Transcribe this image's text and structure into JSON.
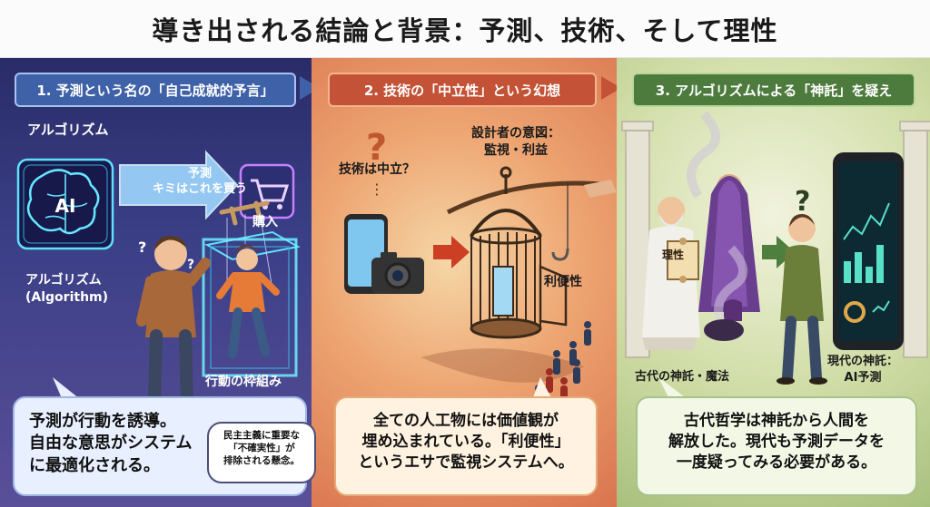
{
  "title": "導き出される結論と背景：予測、技術、そして理性",
  "sections": [
    {
      "header": "1. 予測という名の「自己成就的予言」",
      "labels": {
        "algorithm_top": "アルゴリズム",
        "ai": "AI",
        "prediction": "予測\nキミはこれを買う",
        "purchase": "購入",
        "algorithm_bottom": "アルゴリズム\n(Algorithm)",
        "frame": "行動の枠組み"
      },
      "bubble": "予測が行動を誘導。\n自由な意思がシステム\nに最適化される。",
      "note": "民主主義に重要な\n「不確実性」が\n排除される懸念。"
    },
    {
      "header": "2. 技術の「中立性」という幻想",
      "labels": {
        "neutral": "技術は中立？",
        "designer": "設計者の意図：\n監視・利益",
        "convenience": "利便性"
      },
      "bubble": "全ての人工物には価値観が\n埋め込まれている。「利便性」\nというエサで監視システムへ。"
    },
    {
      "header": "3. アルゴリズムによる「神託」を疑え",
      "labels": {
        "reason": "理性",
        "ancient": "古代の神託・魔法",
        "modern": "現代の神託：\nAI予測"
      },
      "bubble": "古代哲学は神託から人間を\n解放した。現代も予測データを\n一度疑ってみる必要がある。"
    }
  ],
  "colors": {
    "section1": "#3a3f86",
    "section2": "#e8955f",
    "section3": "#cfdca5",
    "accent_cyan": "#5fe0ff"
  },
  "icons": [
    "brain-ai-icon",
    "shopping-cart-icon",
    "marionette-icon",
    "question-mark-icon",
    "smartphone-icon",
    "camera-icon",
    "bird-cage-icon",
    "fishing-rod-icon",
    "scroll-icon",
    "greek-column-icon",
    "sparkle-icon"
  ]
}
